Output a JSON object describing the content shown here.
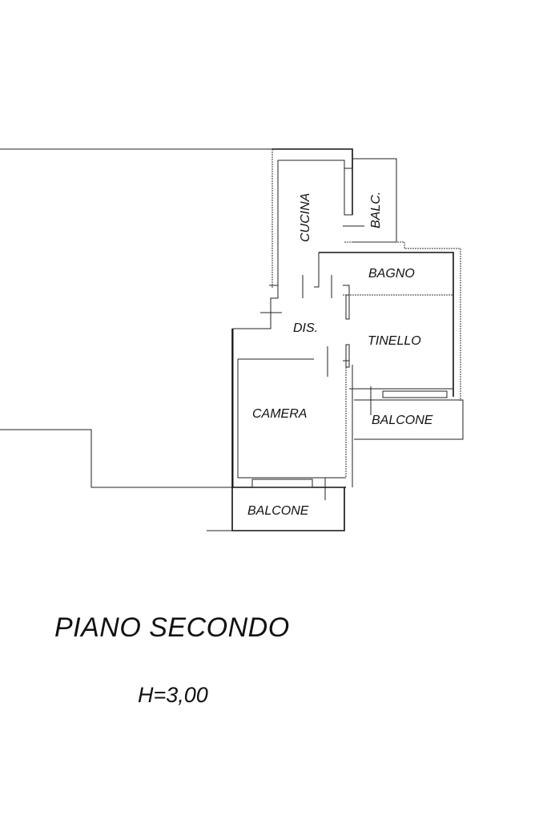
{
  "floor_plan": {
    "title": "PIANO SECONDO",
    "height_note": "H=3,00",
    "rooms": {
      "cucina": "CUCINA",
      "balc": "BALC.",
      "bagno": "BAGNO",
      "dis": "DIS.",
      "tinello": "TINELLO",
      "camera": "CAMERA",
      "balcone_right": "BALCONE",
      "balcone_bottom": "BALCONE"
    }
  }
}
